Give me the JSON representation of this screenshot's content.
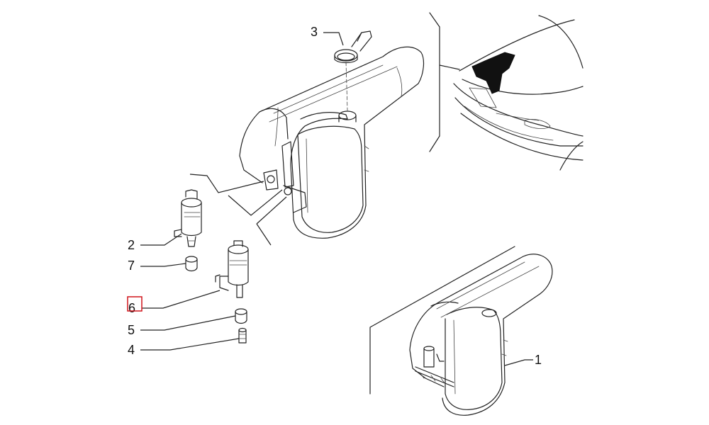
{
  "callouts": [
    {
      "id": "1",
      "label": "1",
      "highlighted": false
    },
    {
      "id": "2",
      "label": "2",
      "highlighted": false
    },
    {
      "id": "3",
      "label": "3",
      "highlighted": false
    },
    {
      "id": "4",
      "label": "4",
      "highlighted": false
    },
    {
      "id": "5",
      "label": "5",
      "highlighted": false
    },
    {
      "id": "6",
      "label": "6",
      "highlighted": true
    },
    {
      "id": "7",
      "label": "7",
      "highlighted": false
    }
  ],
  "colors": {
    "line": "#222222",
    "highlight_box": "#d0131a",
    "background": "#ffffff"
  }
}
